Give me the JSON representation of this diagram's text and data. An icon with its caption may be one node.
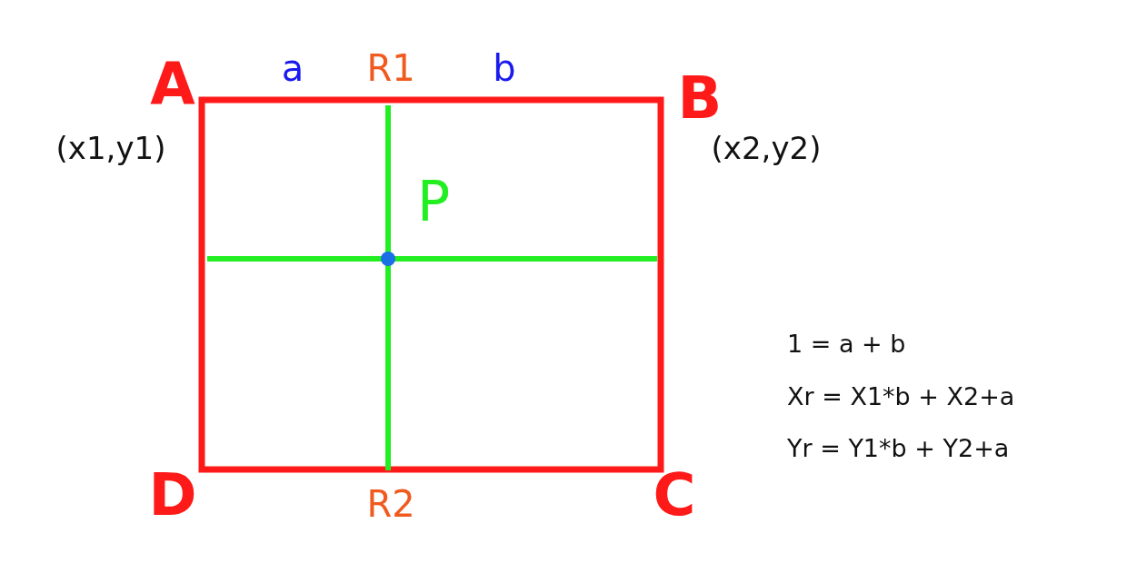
{
  "diagram": {
    "labels": [
      "A",
      "a",
      "R1",
      "b",
      "B",
      "(x1,y1)",
      "(x2,y2)",
      "P",
      "1 = a + b",
      "Xr = X1*b + X2+a",
      "Yr = Y1*b + Y2+a",
      "D",
      "R2",
      "C"
    ]
  }
}
